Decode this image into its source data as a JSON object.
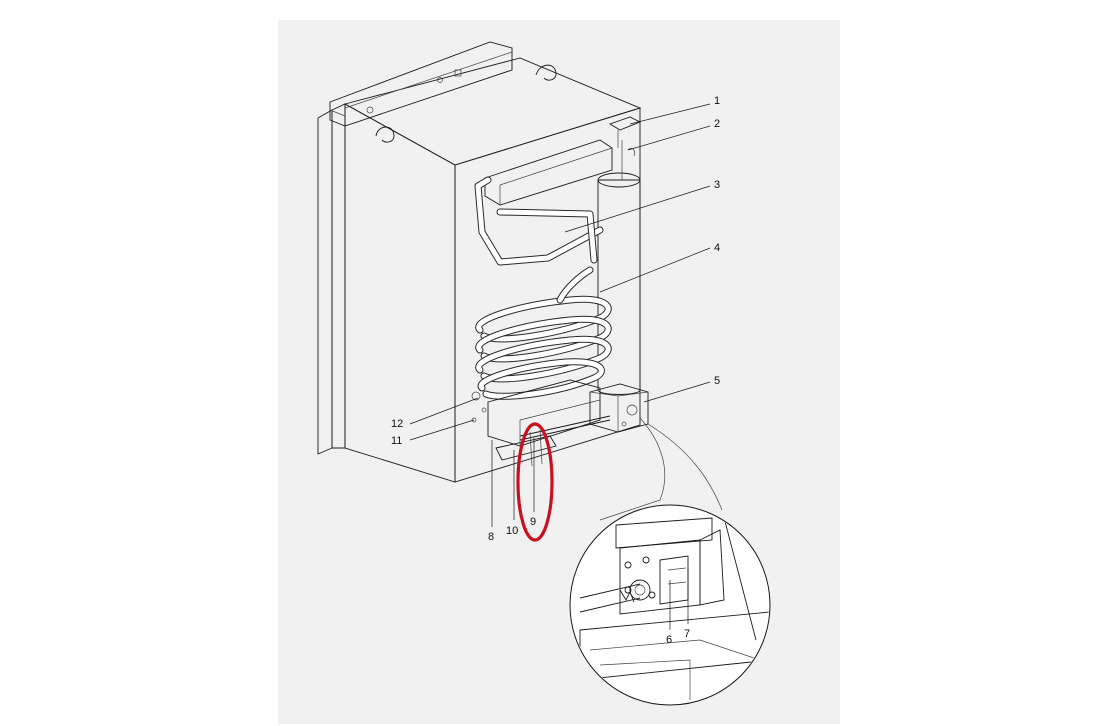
{
  "diagram": {
    "labels": {
      "p1": "1",
      "p2": "2",
      "p3": "3",
      "p4": "4",
      "p5": "5",
      "p6": "6",
      "p7": "7",
      "p8": "8",
      "p9": "9",
      "p10": "10",
      "p11": "11",
      "p12": "12"
    },
    "highlight_color": "#c8101e"
  }
}
